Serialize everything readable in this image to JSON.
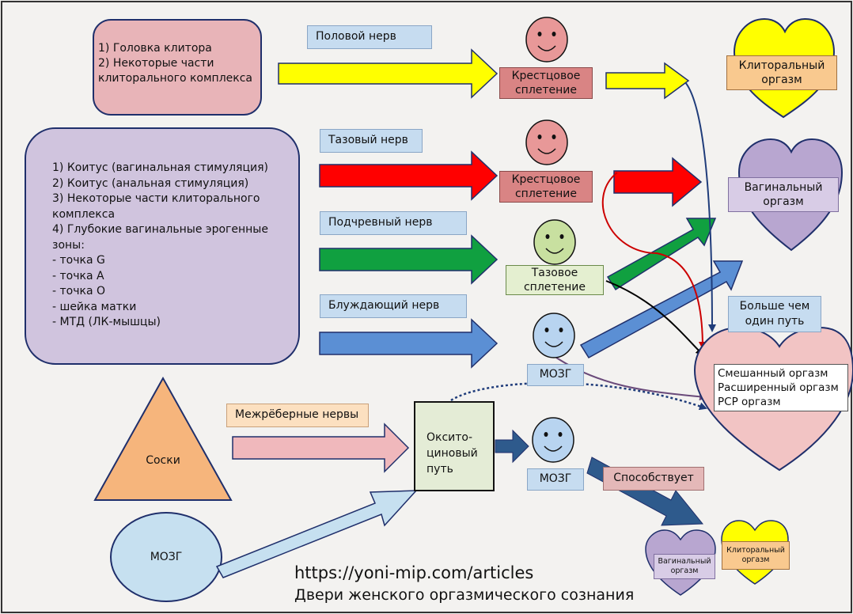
{
  "sources": {
    "clitoral_box": [
      "1) Головка клитора",
      "2) Некоторые части",
      "клиторального комплекса"
    ],
    "vaginal_box": [
      "1) Коитус (вагинальная стимуляция)",
      "2) Коитус (анальная стимуляция)",
      "3) Некоторые части клиторального",
      "комплекса",
      "4) Глубокие вагинальные эрогенные",
      "зоны:",
      "- точка G",
      "- точка A",
      "- точка O",
      "- шейка матки",
      "- МТД (ЛК-мышцы)"
    ],
    "nipples": "Соски",
    "brain_circle": "МОЗГ"
  },
  "nerves": {
    "pudendal": "Половой нерв",
    "pelvic": "Тазовый нерв",
    "hypogastric": "Подчревный нерв",
    "vagus": "Блуждающий нерв",
    "intercostal": "Межрёберные нервы"
  },
  "plexus": {
    "sacral_1": [
      "Крестцовое",
      "сплетение"
    ],
    "sacral_2": [
      "Крестцовое",
      "сплетение"
    ],
    "pelvic": [
      "Тазовое",
      "сплетение"
    ],
    "brain_1": "МОЗГ",
    "brain_2": "МОЗГ"
  },
  "oxytocin": [
    "Оксито-",
    "циновый",
    "путь"
  ],
  "promotes": "Способствует",
  "orgasms": {
    "clitoral": [
      "Клиторальный",
      "оргазм"
    ],
    "vaginal": [
      "Вагинальный",
      "оргазм"
    ],
    "more_than_one": [
      "Больше чем",
      "один путь"
    ],
    "mixed": [
      "Смешанный оргазм",
      "Расширенный оргазм",
      "PCP оргазм"
    ],
    "small_vaginal": [
      "Вагинальный",
      "оргазм"
    ],
    "small_clitoral": [
      "Клиторальный",
      "оргазм"
    ]
  },
  "footer": {
    "url": "https://yoni-mip.com/articles",
    "subtitle": "Двери женского оргазмического сознания"
  },
  "colors": {
    "yellow": "#ffff00",
    "red": "#ff0000",
    "green": "#10a040",
    "blue": "#5b8fd4",
    "pink_box": "#e8b4b8",
    "lavender_box": "#d0c4de",
    "orange": "#f6b57c",
    "light_blue_label": "#c6dcf0",
    "heart_pink": "#f2c4c4",
    "heart_purple": "#b8a6d0",
    "heart_yellow": "#ffff00",
    "dark_blue_arrow": "#2e5a8c",
    "face_pink": "#e89898",
    "face_green": "#c8e0a0",
    "face_blue": "#b8d4f0"
  }
}
